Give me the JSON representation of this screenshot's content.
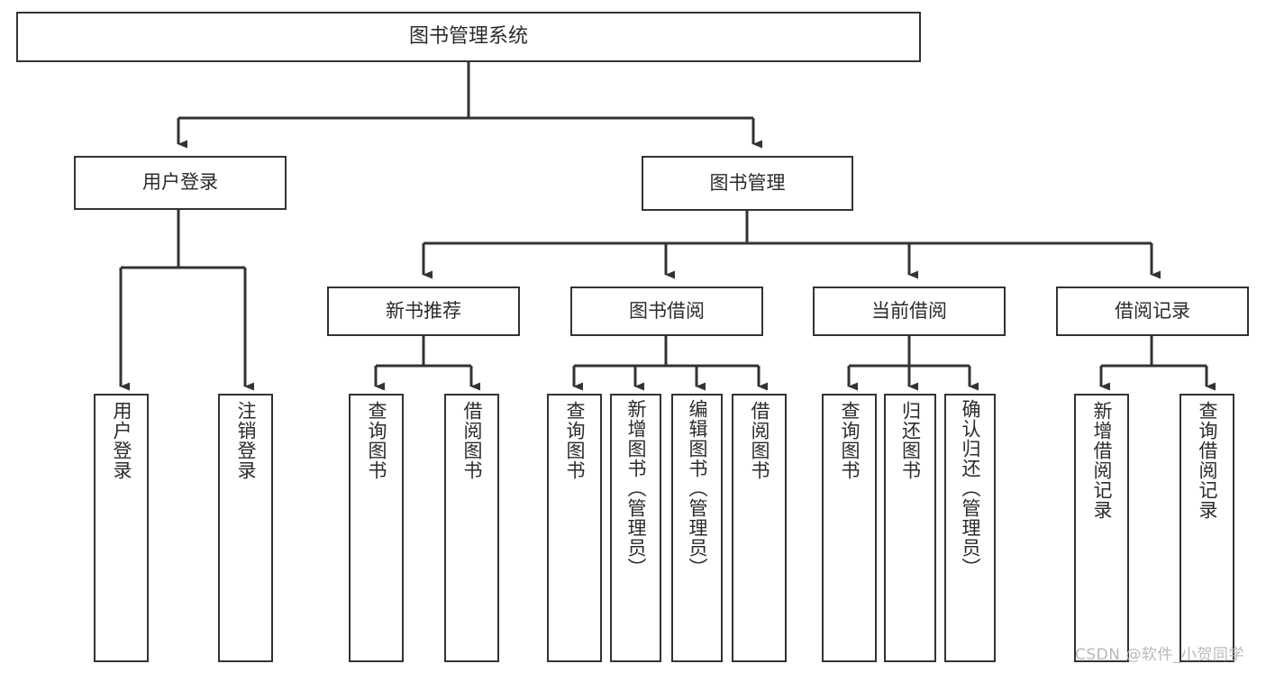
{
  "diagram": {
    "title": "图书管理系统",
    "type": "tree",
    "watermark": "CSDN @软件_小贺同学",
    "colors": {
      "background": "#ffffff",
      "node_border": "#333333",
      "node_fill": "#ffffff",
      "edge": "#333333",
      "text": "#2b2b2b",
      "watermark": "#b9b9b9"
    },
    "root": {
      "label": "图书管理系统"
    },
    "level1": [
      {
        "label": "用户登录"
      },
      {
        "label": "图书管理"
      }
    ],
    "level2": [
      {
        "label": "新书推荐"
      },
      {
        "label": "图书借阅"
      },
      {
        "label": "当前借阅"
      },
      {
        "label": "借阅记录"
      }
    ],
    "leaves": {
      "user_login": [
        {
          "label": "用户登录"
        },
        {
          "label": "注销登录"
        }
      ],
      "new_book_recommend": [
        {
          "label": "查询图书"
        },
        {
          "label": "借阅图书"
        }
      ],
      "book_borrow": [
        {
          "label": "查询图书"
        },
        {
          "label": "新增图书（管理员）"
        },
        {
          "label": "编辑图书（管理员）"
        },
        {
          "label": "借阅图书"
        }
      ],
      "current_borrow": [
        {
          "label": "查询图书"
        },
        {
          "label": "归还图书"
        },
        {
          "label": "确认归还（管理员）"
        }
      ],
      "borrow_record": [
        {
          "label": "新增借阅记录"
        },
        {
          "label": "查询借阅记录"
        }
      ]
    }
  }
}
